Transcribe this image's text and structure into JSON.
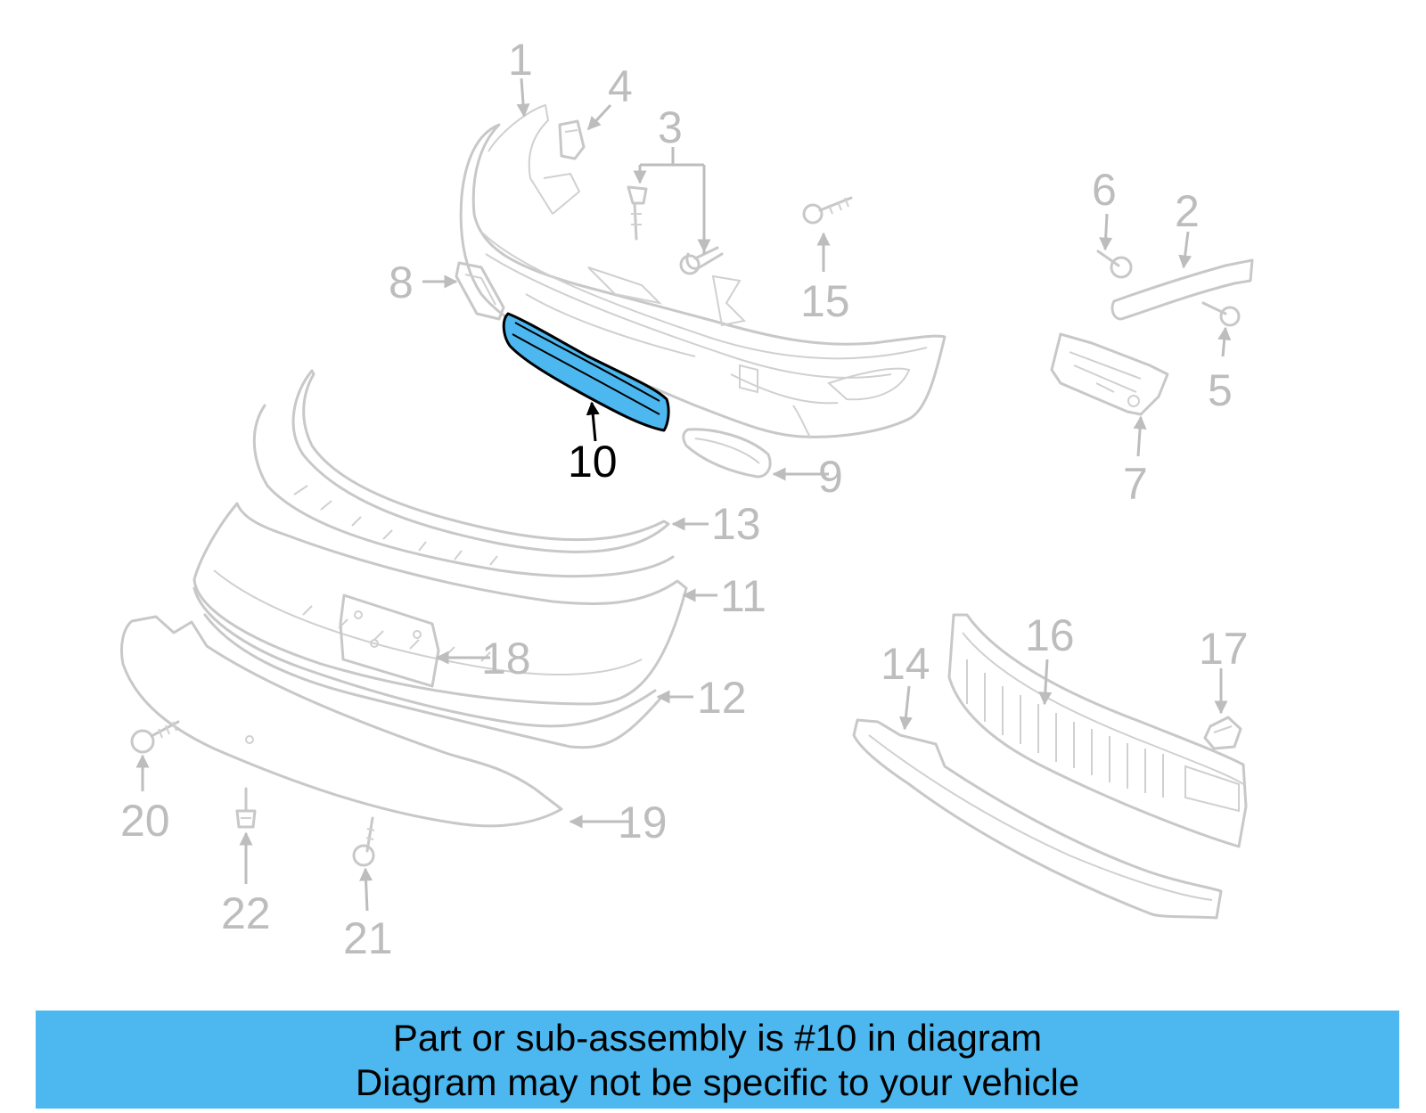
{
  "diagram": {
    "highlight_color": "#4db8f0",
    "line_color": "#c8c8c8",
    "highlighted_part": "10",
    "callouts": {
      "c1": "1",
      "c2": "2",
      "c3": "3",
      "c4": "4",
      "c5": "5",
      "c6": "6",
      "c7": "7",
      "c8": "8",
      "c9": "9",
      "c10": "10",
      "c11": "11",
      "c12": "12",
      "c13": "13",
      "c14": "14",
      "c15": "15",
      "c16": "16",
      "c17": "17",
      "c18": "18",
      "c19": "19",
      "c20": "20",
      "c21": "21",
      "c22": "22"
    }
  },
  "banner": {
    "line1": "Part or sub-assembly is #10 in diagram",
    "line2": "Diagram may not be specific to your vehicle"
  }
}
